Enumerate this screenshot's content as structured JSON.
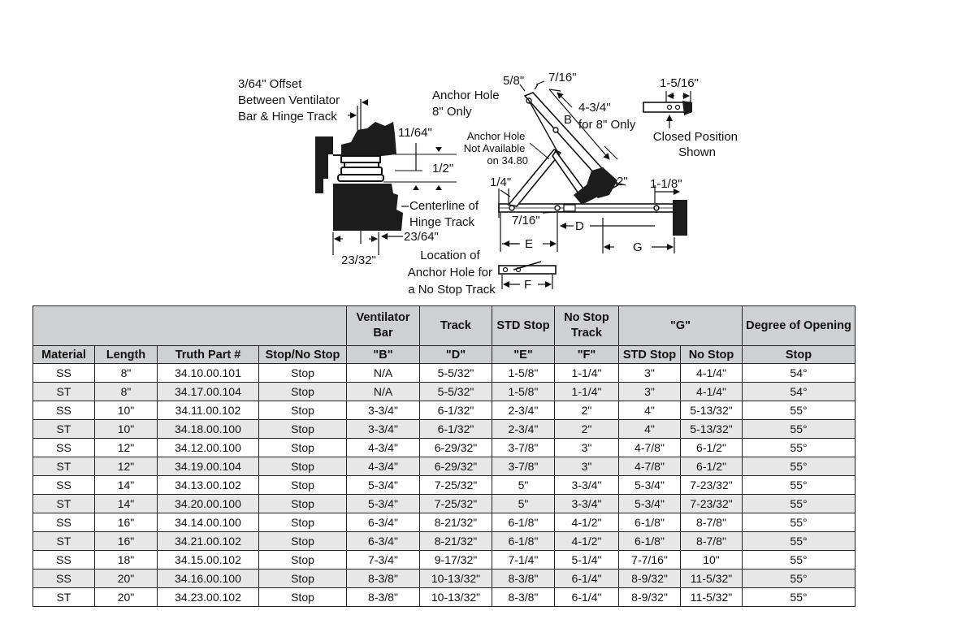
{
  "diagram": {
    "offset_label": [
      "3/64\" Offset",
      "Between Ventilator",
      "Bar & Hinge Track"
    ],
    "dim_11_64": "11/64\"",
    "dim_1_2": "1/2\"",
    "centerline_label": [
      "Centerline of",
      "Hinge Track"
    ],
    "dim_23_64": "23/64\"",
    "dim_23_32": "23/32\"",
    "anchor_label": [
      "Anchor Hole",
      "8\" Only"
    ],
    "dim_5_8": "5/8\"",
    "dim_7_16_top": "7/16\"",
    "dim_4_3_4": [
      "4-3/4\"",
      "for 8\" Only"
    ],
    "letter_b": "B",
    "not_available": [
      "Anchor Hole",
      "Not Available",
      "on 34.80"
    ],
    "dim_1_4": "1/4\"",
    "dim_2": "2\"",
    "dim_7_16_bottom": "7/16\"",
    "letter_d": "D",
    "letter_e": "E",
    "letter_g": "G",
    "letter_f": "F",
    "dim_1_5_16": "1-5/16\"",
    "closed_label": [
      "Closed Position",
      "Shown"
    ],
    "dim_1_1_8": "1-1/8\"",
    "location_label": [
      "Location of",
      "Anchor Hole for",
      "a No Stop Track"
    ]
  },
  "table": {
    "header1": {
      "vent_bar": [
        "Ventilator",
        "Bar"
      ],
      "track": "Track",
      "std_stop": "STD Stop",
      "no_stop_track": [
        "No Stop",
        "Track"
      ],
      "g": "\"G\"",
      "degree": "Degree of Opening"
    },
    "header2": [
      "Material",
      "Length",
      "Truth Part #",
      "Stop/No Stop",
      "\"B\"",
      "\"D\"",
      "\"E\"",
      "\"F\"",
      "STD Stop",
      "No Stop",
      "Stop"
    ],
    "rows": [
      [
        "SS",
        "8\"",
        "34.10.00.101",
        "Stop",
        "N/A",
        "5-5/32\"",
        "1-5/8\"",
        "1-1/4\"",
        "3\"",
        "4-1/4\"",
        "54°"
      ],
      [
        "ST",
        "8\"",
        "34.17.00.104",
        "Stop",
        "N/A",
        "5-5/32\"",
        "1-5/8\"",
        "1-1/4\"",
        "3\"",
        "4-1/4\"",
        "54°"
      ],
      [
        "SS",
        "10\"",
        "34.11.00.102",
        "Stop",
        "3-3/4\"",
        "6-1/32\"",
        "2-3/4\"",
        "2\"",
        "4\"",
        "5-13/32\"",
        "55°"
      ],
      [
        "ST",
        "10\"",
        "34.18.00.100",
        "Stop",
        "3-3/4\"",
        "6-1/32\"",
        "2-3/4\"",
        "2\"",
        "4\"",
        "5-13/32\"",
        "55°"
      ],
      [
        "SS",
        "12\"",
        "34.12.00.100",
        "Stop",
        "4-3/4\"",
        "6-29/32\"",
        "3-7/8\"",
        "3\"",
        "4-7/8\"",
        "6-1/2\"",
        "55°"
      ],
      [
        "ST",
        "12\"",
        "34.19.00.104",
        "Stop",
        "4-3/4\"",
        "6-29/32\"",
        "3-7/8\"",
        "3\"",
        "4-7/8\"",
        "6-1/2\"",
        "55°"
      ],
      [
        "SS",
        "14\"",
        "34.13.00.102",
        "Stop",
        "5-3/4\"",
        "7-25/32\"",
        "5\"",
        "3-3/4\"",
        "5-3/4\"",
        "7-23/32\"",
        "55°"
      ],
      [
        "ST",
        "14\"",
        "34.20.00.100",
        "Stop",
        "5-3/4\"",
        "7-25/32\"",
        "5\"",
        "3-3/4\"",
        "5-3/4\"",
        "7-23/32\"",
        "55°"
      ],
      [
        "SS",
        "16\"",
        "34.14.00.100",
        "Stop",
        "6-3/4\"",
        "8-21/32\"",
        "6-1/8\"",
        "4-1/2\"",
        "6-1/8\"",
        "8-7/8\"",
        "55°"
      ],
      [
        "ST",
        "16\"",
        "34.21.00.102",
        "Stop",
        "6-3/4\"",
        "8-21/32\"",
        "6-1/8\"",
        "4-1/2\"",
        "6-1/8\"",
        "8-7/8\"",
        "55°"
      ],
      [
        "SS",
        "18\"",
        "34.15.00.102",
        "Stop",
        "7-3/4\"",
        "9-17/32\"",
        "7-1/4\"",
        "5-1/4\"",
        "7-7/16\"",
        "10\"",
        "55°"
      ],
      [
        "SS",
        "20\"",
        "34.16.00.100",
        "Stop",
        "8-3/8\"",
        "10-13/32\"",
        "8-3/8\"",
        "6-1/4\"",
        "8-9/32\"",
        "11-5/32\"",
        "55°"
      ],
      [
        "ST",
        "20\"",
        "34.23.00.102",
        "Stop",
        "8-3/8\"",
        "10-13/32\"",
        "8-3/8\"",
        "6-1/4\"",
        "8-9/32\"",
        "11-5/32\"",
        "55°"
      ]
    ]
  }
}
